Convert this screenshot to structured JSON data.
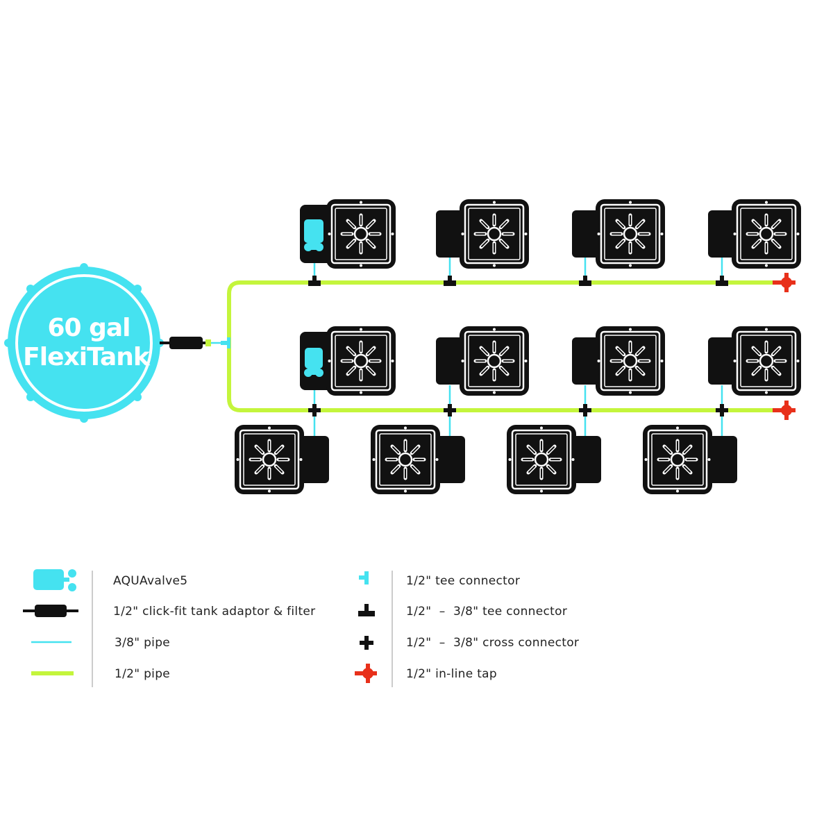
{
  "tank": {
    "line1": "60 gal",
    "line2": "FlexiTank"
  },
  "colors": {
    "cyan": "#45e2f0",
    "lime": "#c4f53c",
    "black": "#111111",
    "red": "#e8301a"
  },
  "layout": {
    "top_row": {
      "pots": 4,
      "first_has_aquavalve": true
    },
    "middle_row": {
      "pots": 4,
      "first_has_aquavalve": true
    },
    "bottom_row": {
      "pots": 4
    }
  },
  "legend": {
    "left": [
      {
        "icon": "aquavalve-icon",
        "label": "AQUAvalve5"
      },
      {
        "icon": "tank-adaptor-filter-icon",
        "label": "1/2\" click-fit tank adaptor & filter"
      },
      {
        "icon": "pipe-3-8-icon",
        "label": "3/8\" pipe"
      },
      {
        "icon": "pipe-1-2-icon",
        "label": "1/2\" pipe"
      }
    ],
    "right": [
      {
        "icon": "tee-connector-icon",
        "label": "1/2\" tee connector"
      },
      {
        "icon": "reducing-tee-connector-icon",
        "label": "1/2\"  –  3/8\" tee connector"
      },
      {
        "icon": "cross-connector-icon",
        "label": "1/2\"  –  3/8\" cross connector"
      },
      {
        "icon": "inline-tap-icon",
        "label": "1/2\" in-line tap"
      }
    ]
  }
}
